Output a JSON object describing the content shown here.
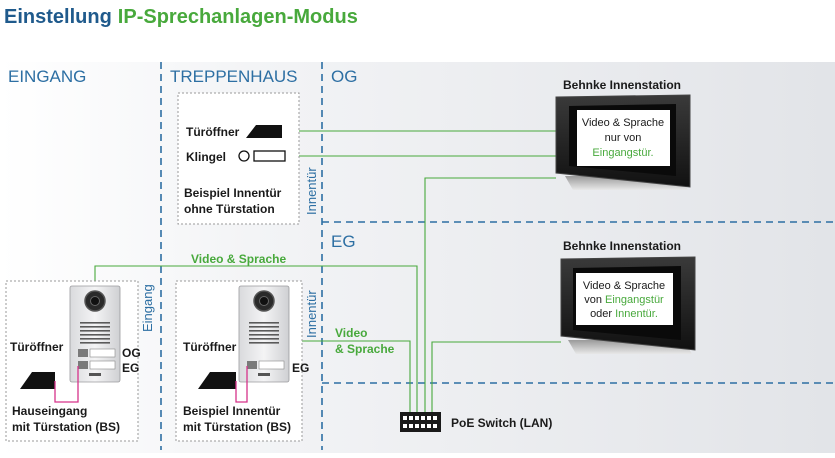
{
  "title": {
    "part1": "Einstellung",
    "part2": "IP-Sprechanlagen-Modus"
  },
  "zones": {
    "eingang": "EINGANG",
    "treppenhaus": "TREPPENHAUS",
    "og": "OG",
    "eg": "EG",
    "vertical_eingang": "Eingang",
    "vertical_innentuer_upper": "Innentür",
    "vertical_innentuer_lower": "Innentür"
  },
  "stations": {
    "og": {
      "heading": "Behnke Innenstation",
      "screen_line1": "Video & Sprache",
      "screen_line2": "nur von",
      "screen_line3": "Eingangstür."
    },
    "eg": {
      "heading": "Behnke Innenstation",
      "screen_line1": "Video & Sprache",
      "screen_line2_a": "von",
      "screen_line2_b": "Eingangstür",
      "screen_line3_a": "oder",
      "screen_line3_b": "Innentür."
    }
  },
  "inner_door_no_station": {
    "tueroeffner": "Türöffner",
    "klingel": "Klingel",
    "caption1": "Beispiel Innentür",
    "caption2": "ohne Türstation"
  },
  "entrance": {
    "tueroeffner": "Türöffner",
    "btn_og": "OG",
    "btn_eg": "EG",
    "caption1": "Hauseingang",
    "caption2": "mit Türstation (BS)"
  },
  "inner_door_with_station": {
    "tueroeffner": "Türöffner",
    "btn_eg": "EG",
    "caption1": "Beispiel Innentür",
    "caption2": "mit Türstation (BS)"
  },
  "connections": {
    "video_sprache_top": "Video & Sprache",
    "video_sprache_mid_1": "Video",
    "video_sprache_mid_2": "& Sprache"
  },
  "switch": {
    "label": "PoE Switch (LAN)"
  },
  "colors": {
    "title_blue": "#1f5a8c",
    "title_green": "#48a93c",
    "line_green": "#48a93c",
    "line_pink": "#d6338a",
    "zone_blue": "#2d6fa3"
  }
}
